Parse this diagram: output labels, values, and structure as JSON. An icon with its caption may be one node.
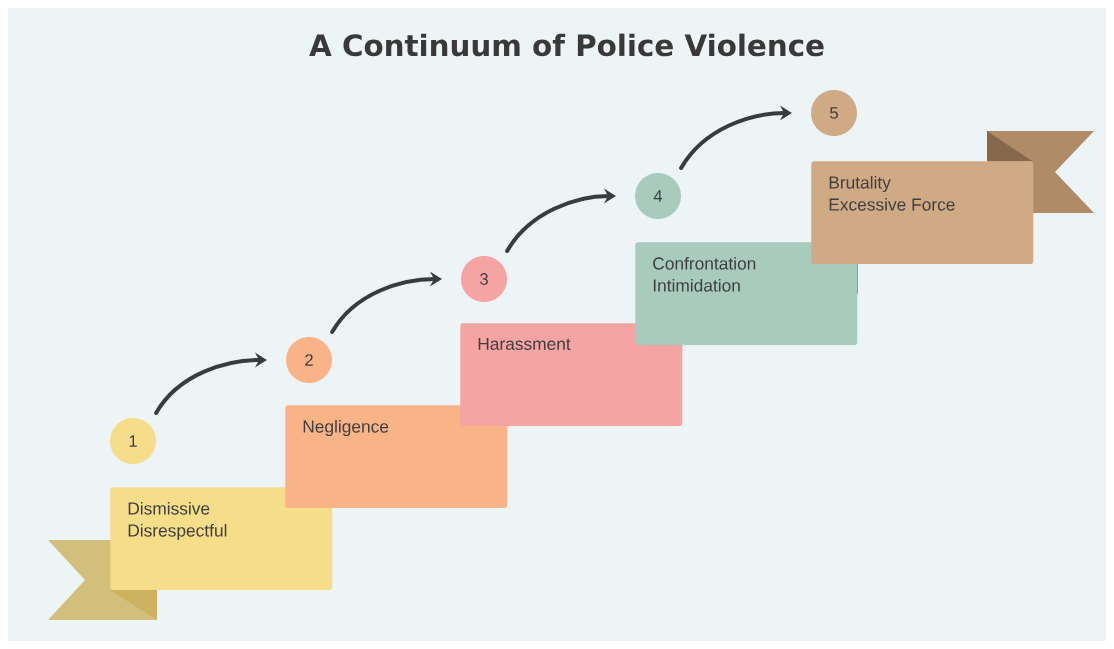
{
  "diagram": {
    "title": "A Continuum of Police Violence",
    "nodes": [
      {
        "text": [
          "1"
        ]
      },
      {
        "text": [
          "Dismissive",
          "Disrespectful"
        ]
      },
      {
        "text": [
          "2"
        ]
      },
      {
        "text": [
          "Negligence"
        ]
      },
      {
        "text": [
          "3"
        ]
      },
      {
        "text": [
          "Harassment"
        ]
      },
      {
        "text": [
          "4"
        ]
      },
      {
        "text": [
          "Confrontation",
          "Intimidation"
        ]
      },
      {
        "text": [
          "5"
        ]
      },
      {
        "text": [
          "Brutality",
          "Excessive Force"
        ]
      }
    ],
    "edges": [
      {
        "from": 0,
        "to": 2,
        "arrow": "to"
      },
      {
        "from": 2,
        "to": 4,
        "arrow": "to"
      },
      {
        "from": 4,
        "to": 6,
        "arrow": "to"
      },
      {
        "from": 6,
        "to": 8,
        "arrow": "to"
      }
    ]
  }
}
